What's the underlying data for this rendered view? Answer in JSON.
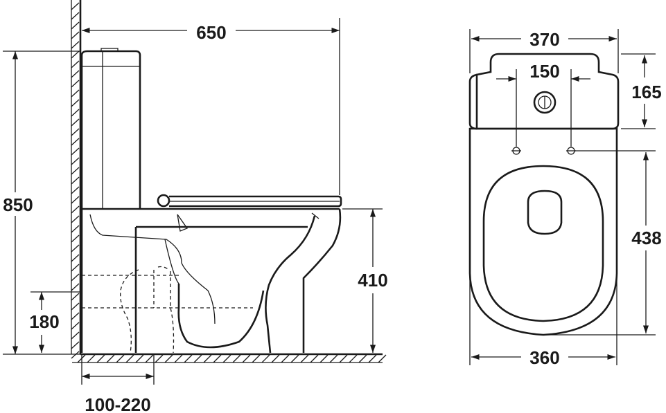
{
  "colors": {
    "line": "#1a1a1a",
    "background": "#ffffff"
  },
  "side_view": {
    "dimensions": {
      "total_depth": "650",
      "total_height": "850",
      "seat_height": "410",
      "inlet_height": "180",
      "outlet_range": "100-220"
    }
  },
  "front_view": {
    "dimensions": {
      "tank_width": "370",
      "fixing_spacing": "150",
      "tank_height": "165",
      "bowl_length": "438",
      "bowl_width": "360"
    }
  }
}
